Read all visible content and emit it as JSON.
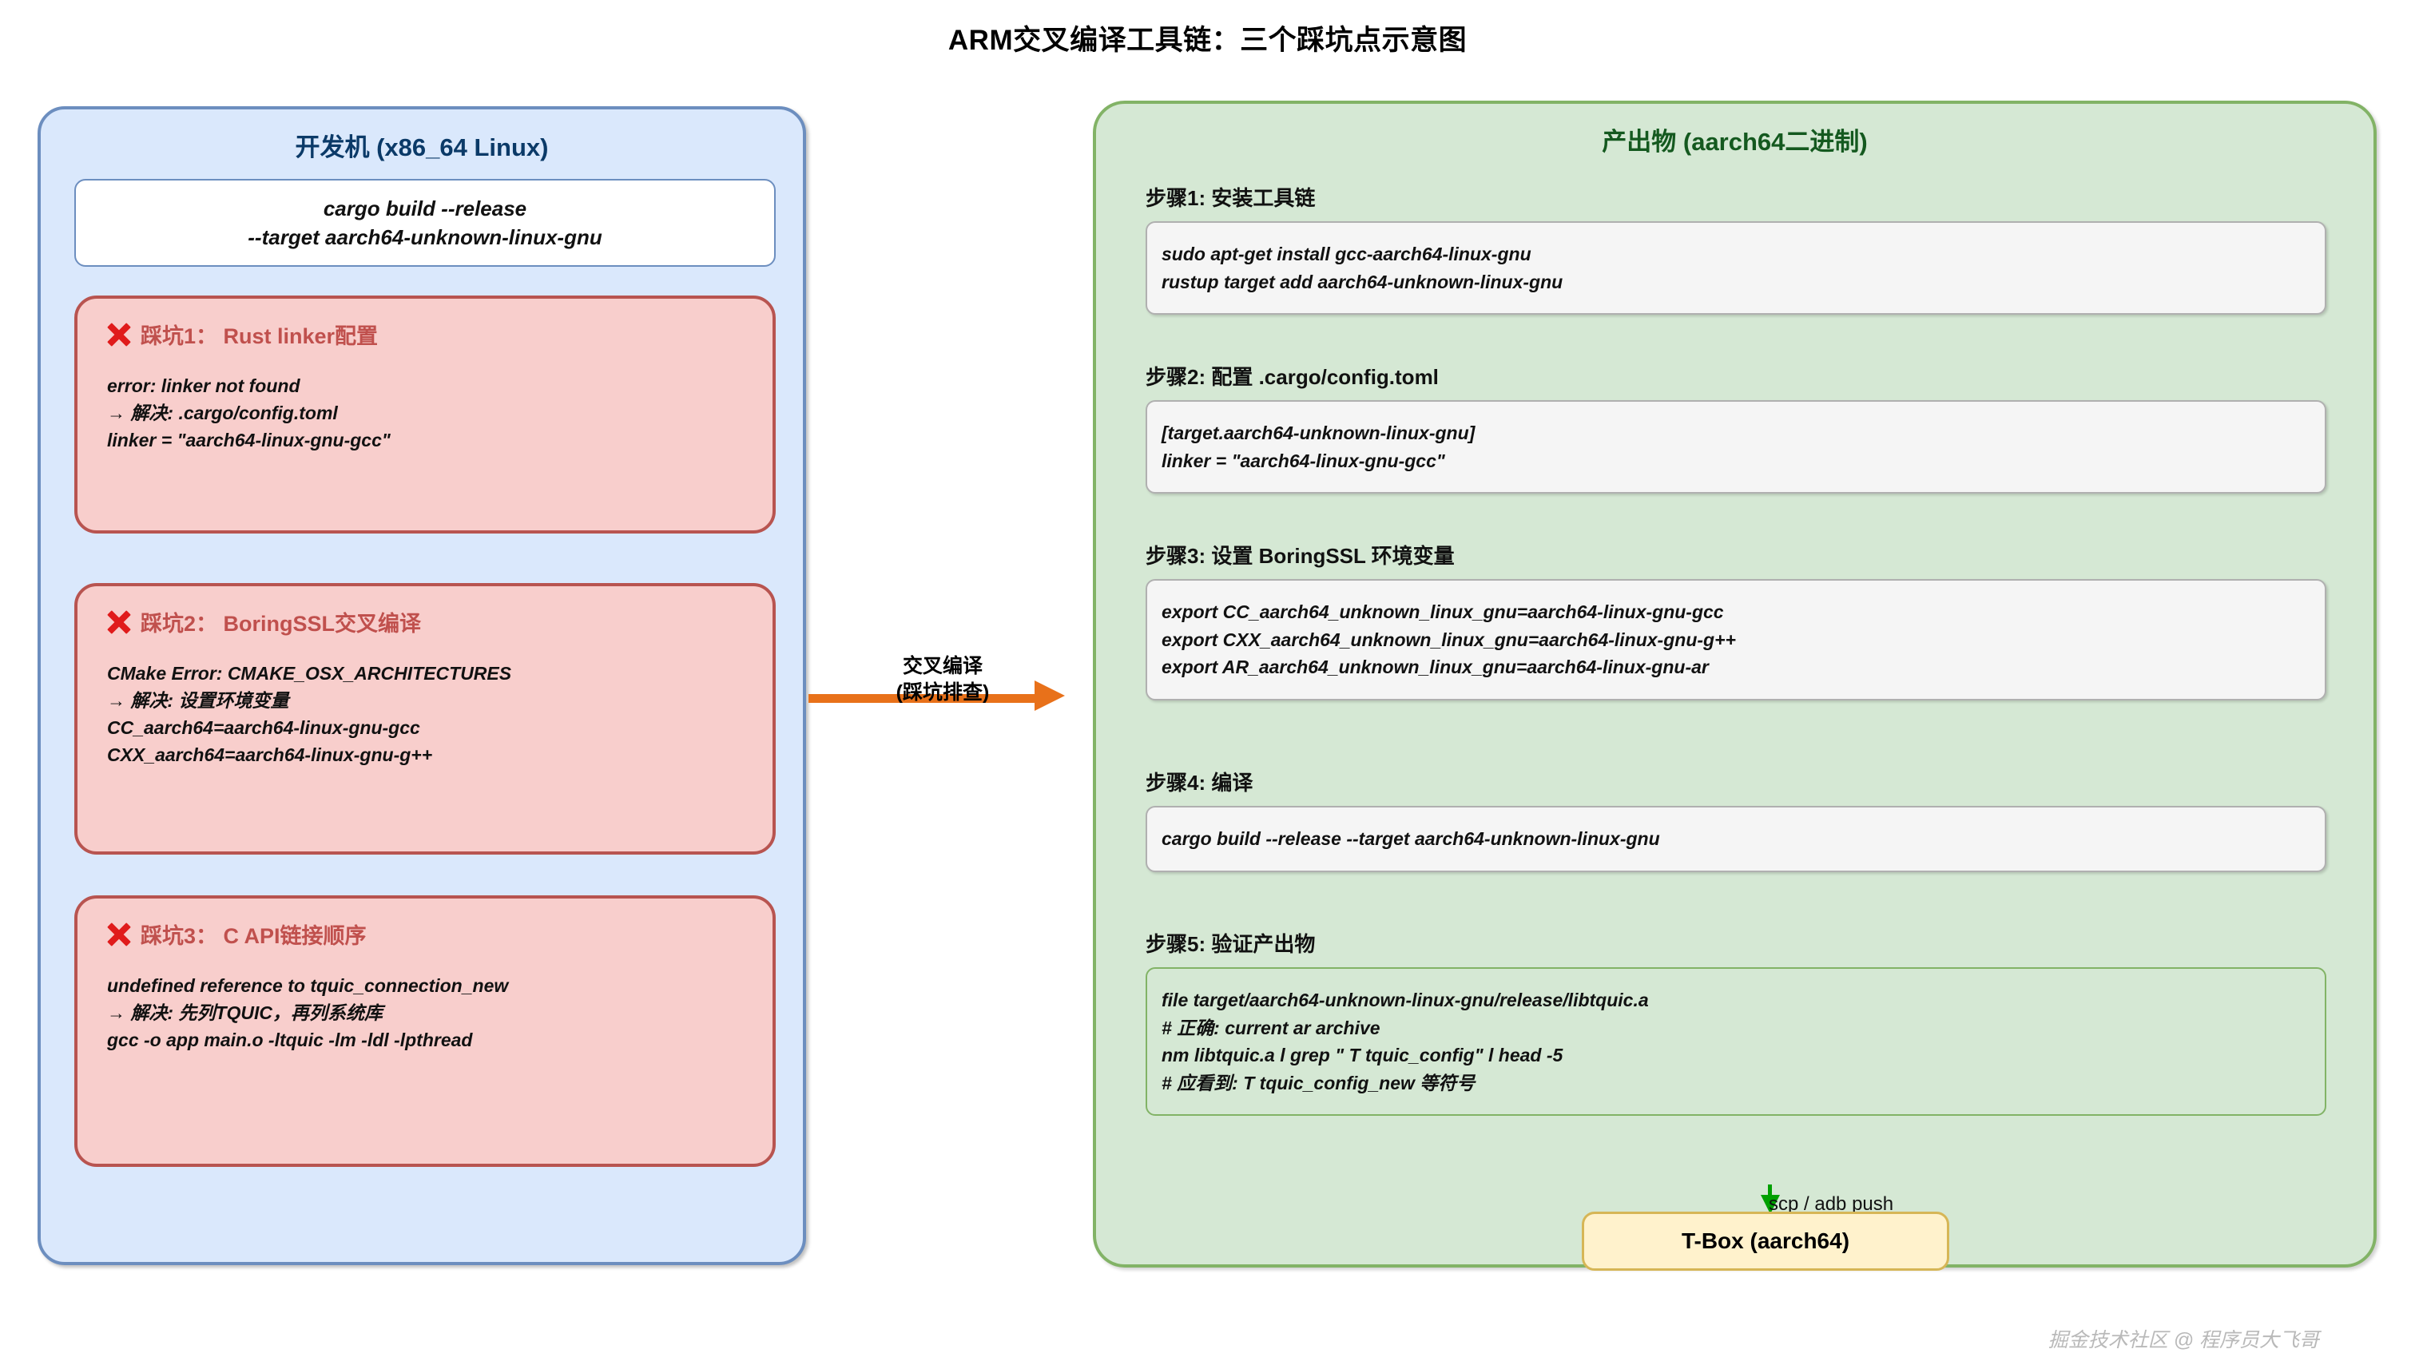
{
  "title": "ARM交叉编译工具链：三个踩坑点示意图",
  "colors": {
    "dev_panel_fill": "#dae8fc",
    "dev_panel_border": "#6c8ebf",
    "artifact_panel_fill": "#d5e8d4",
    "artifact_panel_border": "#82b366",
    "pitfall_fill": "#f8cecc",
    "pitfall_border": "#b85450",
    "pitfall_title_color": "#c0504d",
    "arrow_color": "#e8711a",
    "deploy_arrow_color": "#00a000",
    "tbox_fill": "#fff2cc",
    "tbox_border": "#d6b656"
  },
  "dev_panel": {
    "title": "开发机 (x86_64 Linux)",
    "build_command": [
      "cargo build --release",
      "--target aarch64-unknown-linux-gnu"
    ],
    "pitfalls": [
      {
        "icon": "x-mark-icon",
        "title": "踩坑1：  Rust linker配置",
        "lines": [
          "error: linker  not found",
          "→ 解决: .cargo/config.toml",
          "linker = \"aarch64-linux-gnu-gcc\""
        ]
      },
      {
        "icon": "x-mark-icon",
        "title": "踩坑2：  BoringSSL交叉编译",
        "lines": [
          "CMake Error: CMAKE_OSX_ARCHITECTURES",
          "→ 解决: 设置环境变量",
          "CC_aarch64=aarch64-linux-gnu-gcc",
          "CXX_aarch64=aarch64-linux-gnu-g++"
        ]
      },
      {
        "icon": "x-mark-icon",
        "title": "踩坑3：  C API链接顺序",
        "lines": [
          "undefined reference to tquic_connection_new",
          "→ 解决: 先列TQUIC，再列系统库",
          "gcc -o app main.o -ltquic -lm -ldl -lpthread"
        ]
      }
    ]
  },
  "cross_compile_arrow": {
    "label_line1": "交叉编译",
    "label_line2": "(踩坑排查)"
  },
  "artifact_panel": {
    "title": "产出物 (aarch64二进制)",
    "steps": [
      {
        "label": "步骤1: 安装工具链",
        "lines": [
          "sudo apt-get install gcc-aarch64-linux-gnu",
          "rustup target add aarch64-unknown-linux-gnu"
        ]
      },
      {
        "label": "步骤2: 配置 .cargo/config.toml",
        "lines": [
          "[target.aarch64-unknown-linux-gnu]",
          "linker = \"aarch64-linux-gnu-gcc\""
        ]
      },
      {
        "label": "步骤3: 设置 BoringSSL 环境变量",
        "lines": [
          "export CC_aarch64_unknown_linux_gnu=aarch64-linux-gnu-gcc",
          "export CXX_aarch64_unknown_linux_gnu=aarch64-linux-gnu-g++",
          "export AR_aarch64_unknown_linux_gnu=aarch64-linux-gnu-ar"
        ]
      },
      {
        "label": "步骤4: 编译",
        "lines": [
          "cargo build --release --target aarch64-unknown-linux-gnu"
        ]
      },
      {
        "label": "步骤5: 验证产出物",
        "lines": [
          "file target/aarch64-unknown-linux-gnu/release/libtquic.a",
          "# 正确: current ar archive",
          "nm libtquic.a l grep \" T tquic_config\" l head -5",
          "# 应看到: T tquic_config_new 等符号"
        ]
      }
    ]
  },
  "deploy": {
    "label": "scp / adb push",
    "target_label": "T-Box (aarch64)"
  },
  "watermark": "掘金技术社区 @ 程序员大飞哥"
}
